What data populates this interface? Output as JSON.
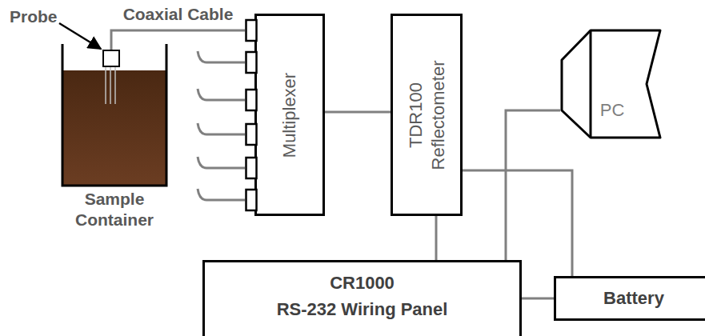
{
  "diagram": {
    "nodes": [
      {
        "text": [
          "Sample Container"
        ]
      },
      {
        "text": [
          "Probe"
        ]
      },
      {
        "text": [
          "Multiplexer"
        ]
      },
      {
        "text": [
          "TDR100 Reflectometer"
        ]
      },
      {
        "text": [
          "PC"
        ]
      },
      {
        "text": [
          "CR1000",
          "RS-232 Wiring Panel"
        ]
      },
      {
        "text": [
          "Battery"
        ]
      }
    ],
    "edges": [
      {
        "from": 1,
        "to": 2,
        "arrow": "none",
        "label": "Coaxial Cable"
      },
      {
        "from": 2,
        "to": 3,
        "arrow": "none"
      },
      {
        "from": 3,
        "to": 5,
        "arrow": "none"
      },
      {
        "from": 3,
        "to": 6,
        "arrow": "none"
      },
      {
        "from": 4,
        "to": 5,
        "arrow": "none"
      },
      {
        "from": 5,
        "to": 6,
        "arrow": "none"
      }
    ]
  }
}
